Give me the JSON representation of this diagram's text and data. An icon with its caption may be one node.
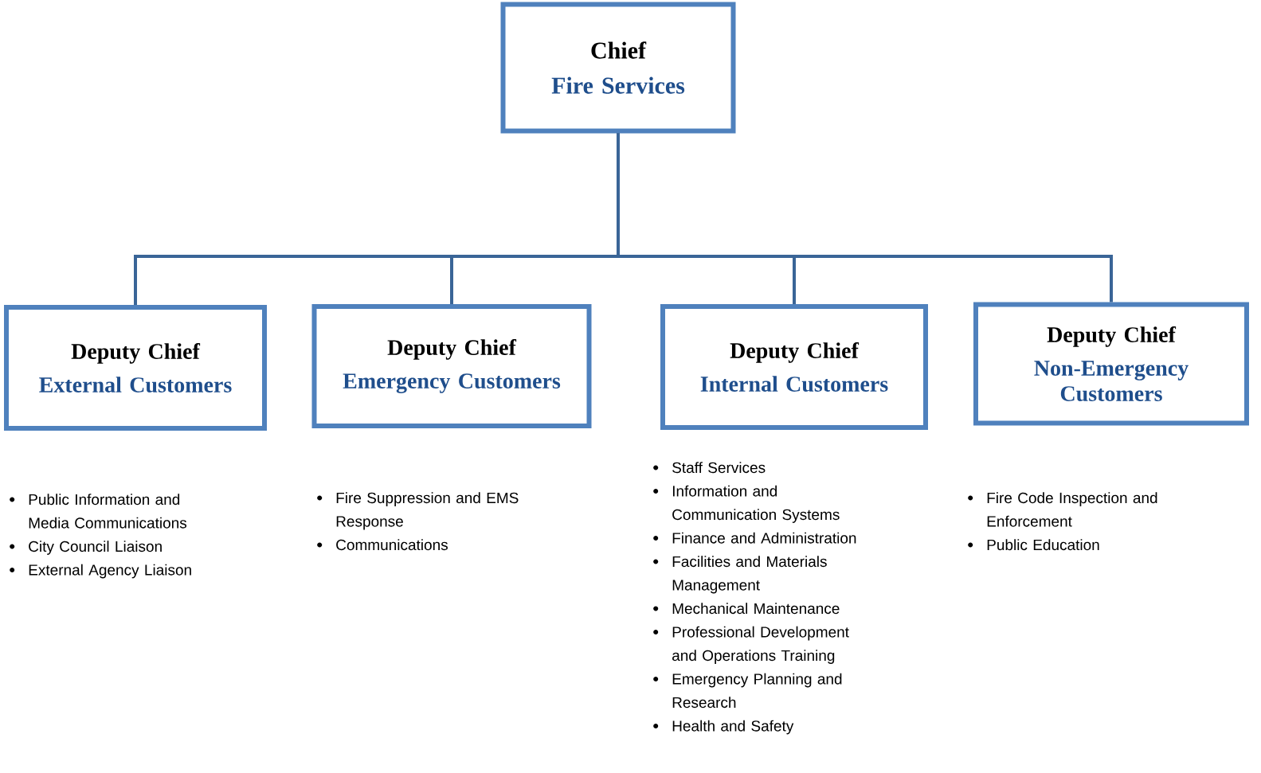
{
  "diagram": {
    "nodes": [
      {
        "text": [
          "Chief",
          "Fire Services"
        ]
      },
      {
        "text": [
          "Deputy Chief",
          "External Customers"
        ],
        "beside": [
          "Public Information and Media Communications",
          "City Council Liaison",
          "External Agency Liaison"
        ]
      },
      {
        "text": [
          "Deputy Chief",
          "Emergency Customers"
        ],
        "beside": [
          "Fire Suppression and EMS Response",
          "Communications"
        ]
      },
      {
        "text": [
          "Deputy  Chief",
          "Internal Customers"
        ],
        "beside": [
          "Staff Services",
          "Information and Communication Systems",
          "Finance  and Administration",
          "Facilities and Materials Management",
          "Mechanical Maintenance",
          "Professional Development and Operations Training",
          "Emergency Planning and Research",
          "Health and Safety"
        ]
      },
      {
        "text": [
          "Deputy Chief",
          "Non-Emergency Customers"
        ],
        "beside": [
          "Fire Code Inspection and Enforcement",
          "Public Education"
        ]
      }
    ],
    "edges": [
      {
        "from": 0,
        "to": 1,
        "arrow": "none"
      },
      {
        "from": 0,
        "to": 2,
        "arrow": "none"
      },
      {
        "from": 0,
        "to": 3,
        "arrow": "none"
      },
      {
        "from": 0,
        "to": 4,
        "arrow": "none"
      }
    ]
  }
}
